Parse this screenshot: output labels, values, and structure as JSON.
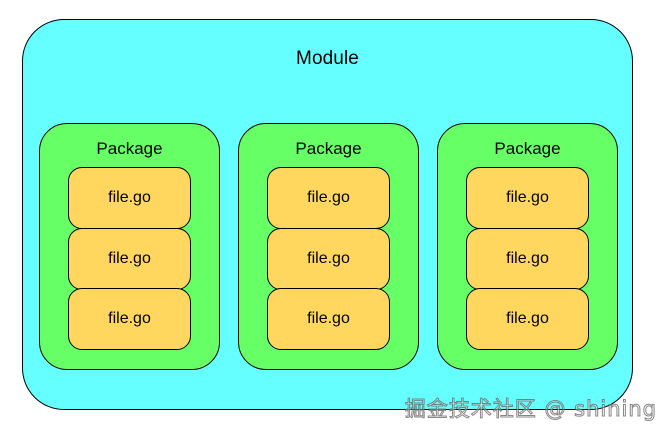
{
  "diagram": {
    "title": "Module",
    "colors": {
      "module_fill": "#66ffff",
      "package_fill": "#66ff66",
      "file_fill": "#ffd75e",
      "stroke": "#000000",
      "watermark": "#5a5a5a"
    },
    "packages": [
      {
        "label": "Package",
        "files": [
          {
            "label": "file.go"
          },
          {
            "label": "file.go"
          },
          {
            "label": "file.go"
          }
        ]
      },
      {
        "label": "Package",
        "files": [
          {
            "label": "file.go"
          },
          {
            "label": "file.go"
          },
          {
            "label": "file.go"
          }
        ]
      },
      {
        "label": "Package",
        "files": [
          {
            "label": "file.go"
          },
          {
            "label": "file.go"
          },
          {
            "label": "file.go"
          }
        ]
      }
    ]
  },
  "watermark": {
    "text": "掘金技术社区 @ shining"
  }
}
